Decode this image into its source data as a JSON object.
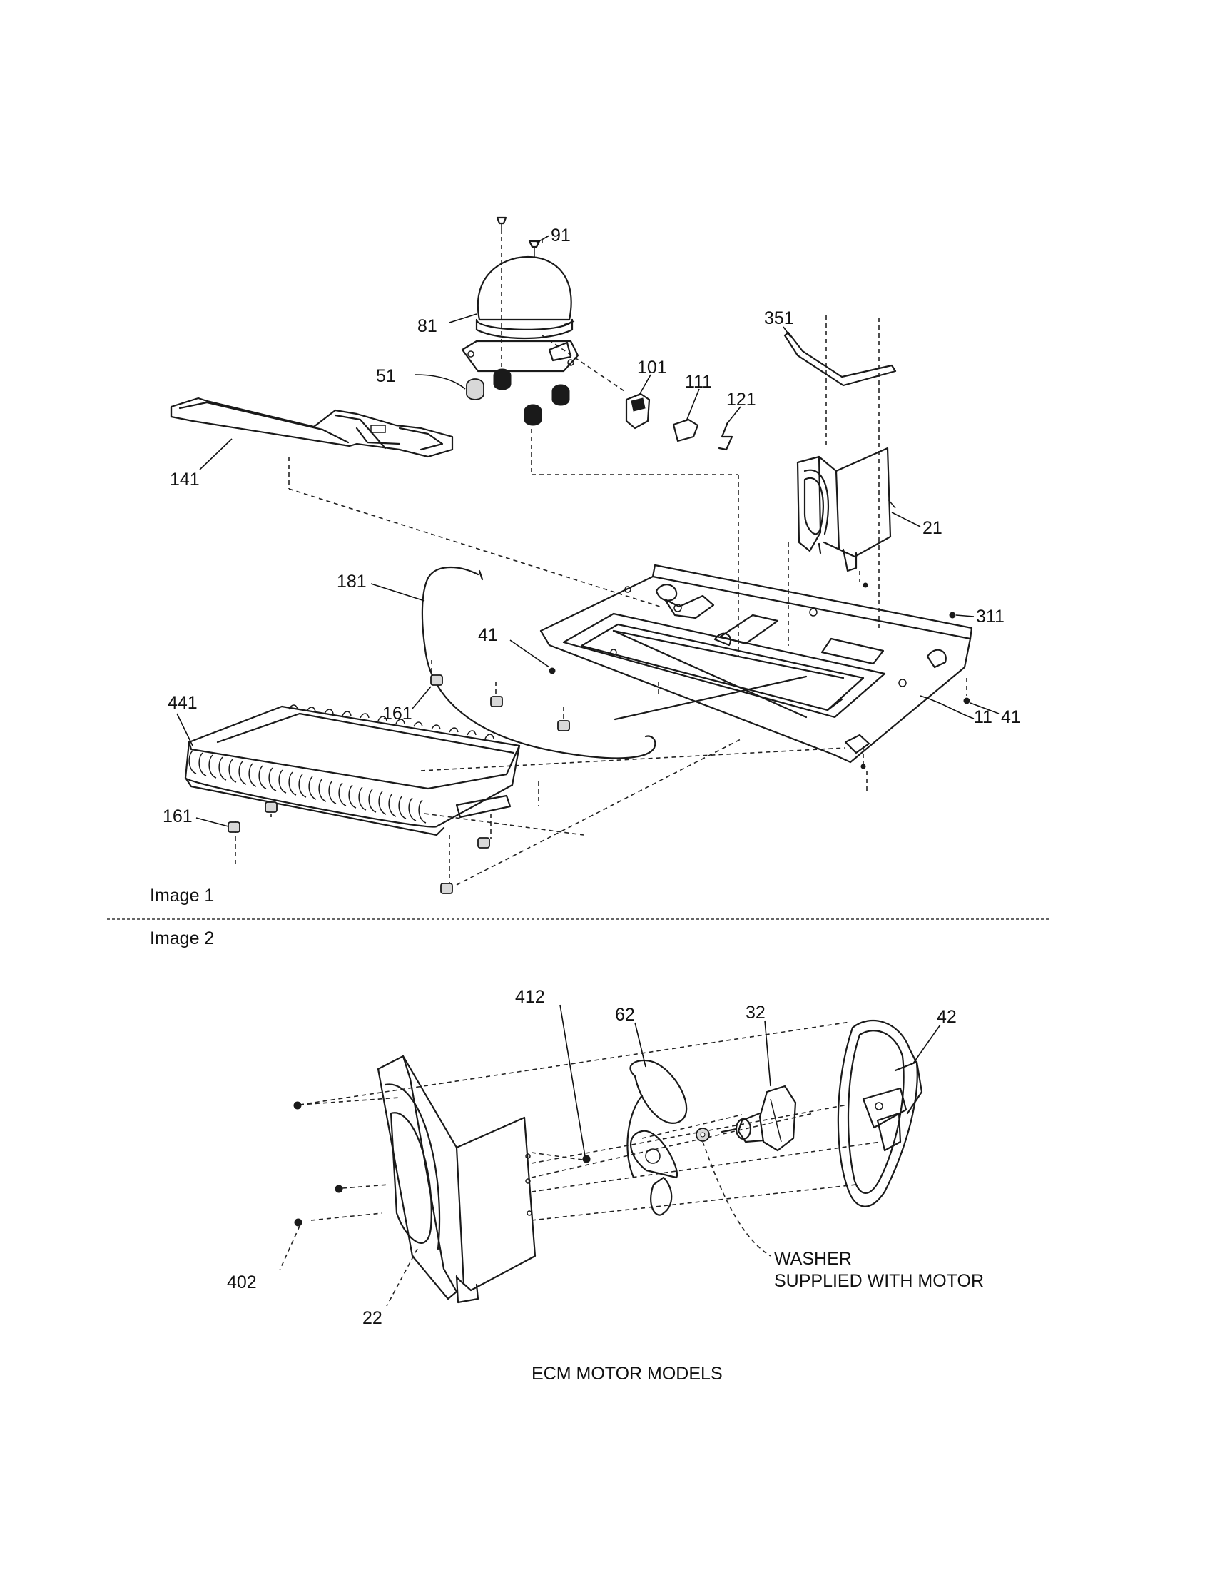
{
  "image1": {
    "caption": "Image 1",
    "callouts": [
      "91",
      "81",
      "51",
      "101",
      "111",
      "121",
      "351",
      "141",
      "21",
      "181",
      "311",
      "41",
      "41",
      "161",
      "441",
      "11",
      "161"
    ]
  },
  "image2": {
    "caption": "Image 2",
    "callouts": [
      "412",
      "62",
      "32",
      "42",
      "402",
      "22"
    ],
    "note_line1": "WASHER",
    "note_line2": "SUPPLIED WITH MOTOR",
    "title": "ECM MOTOR MODELS"
  }
}
